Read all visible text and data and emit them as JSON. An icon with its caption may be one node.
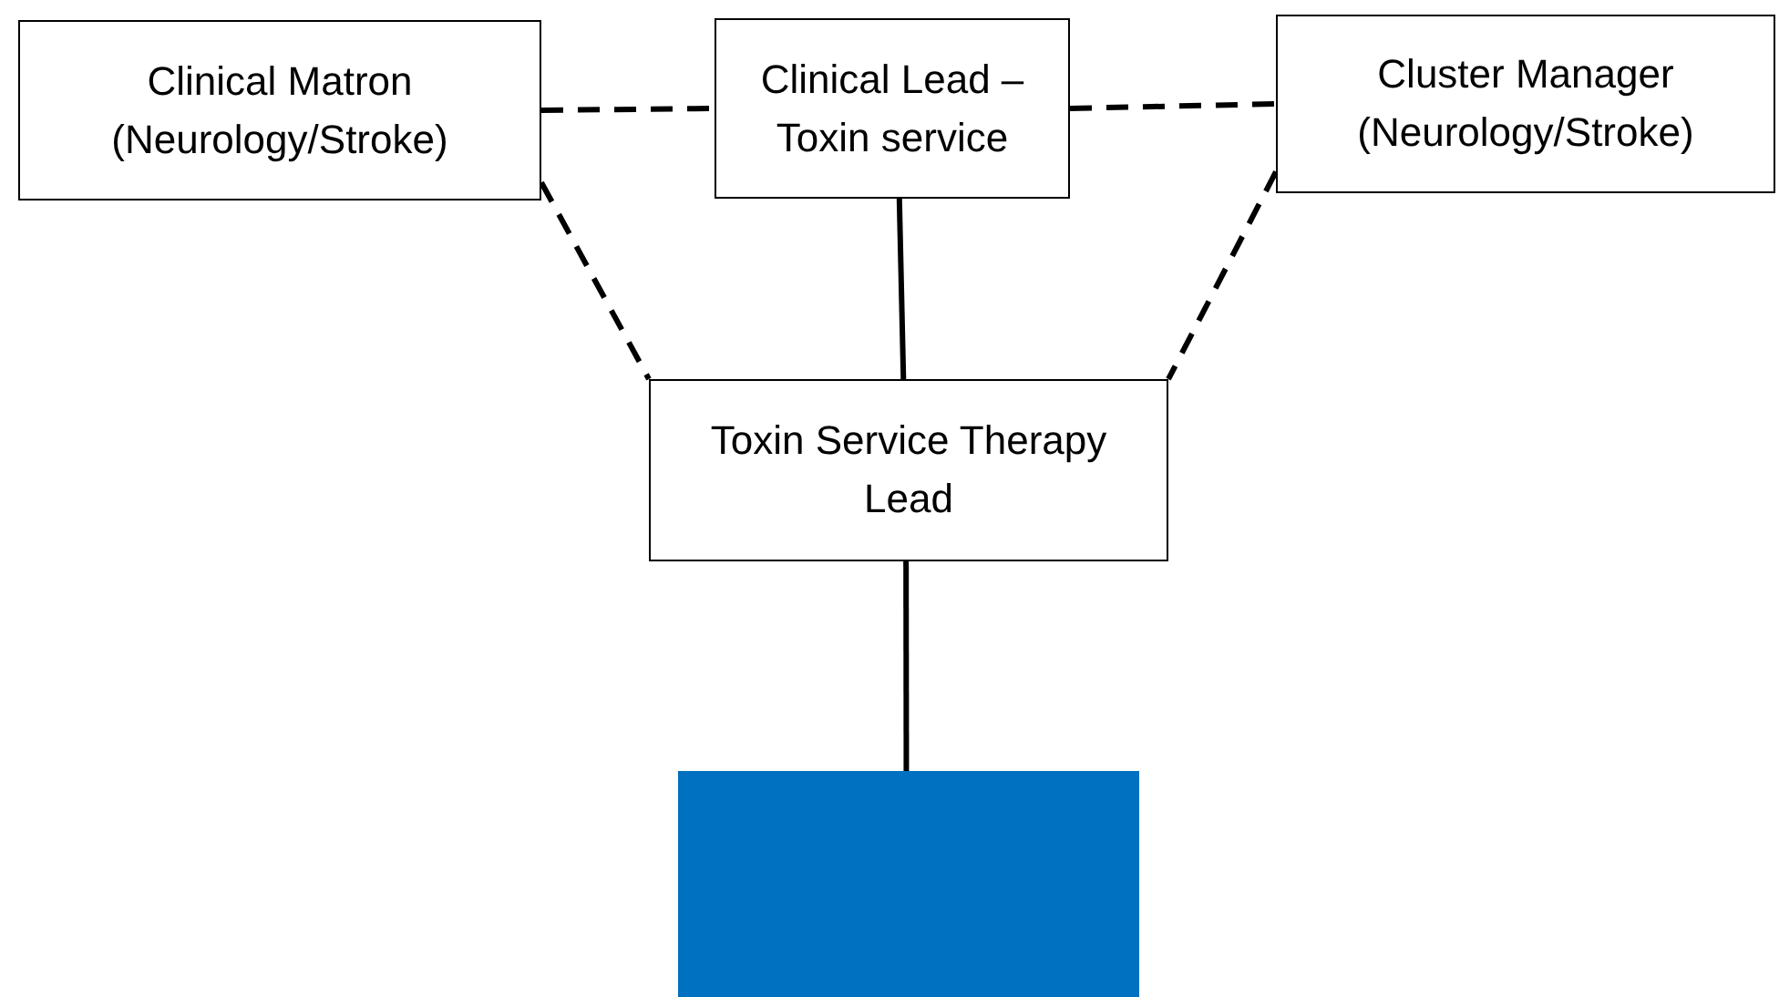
{
  "diagram": {
    "nodes": [
      {
        "text": [
          "Clinical Matron (Neurology/Stroke)"
        ]
      },
      {
        "text": [
          "Clinical Lead – Toxin service"
        ]
      },
      {
        "text": [
          "Cluster Manager (Neurology/Stroke)"
        ]
      },
      {
        "text": [
          "Toxin Service Therapy Lead"
        ]
      },
      {
        "text": [],
        "shape": "box"
      }
    ],
    "edges": [
      {
        "from": 0,
        "to": 1,
        "arrow": "none",
        "style": "dashed"
      },
      {
        "from": 1,
        "to": 2,
        "arrow": "none",
        "style": "dashed"
      },
      {
        "from": 0,
        "to": 3,
        "arrow": "none",
        "style": "dashed"
      },
      {
        "from": 1,
        "to": 3,
        "arrow": "none"
      },
      {
        "from": 2,
        "to": 3,
        "arrow": "none",
        "style": "dashed"
      },
      {
        "from": 3,
        "to": 4,
        "arrow": "none"
      }
    ]
  }
}
